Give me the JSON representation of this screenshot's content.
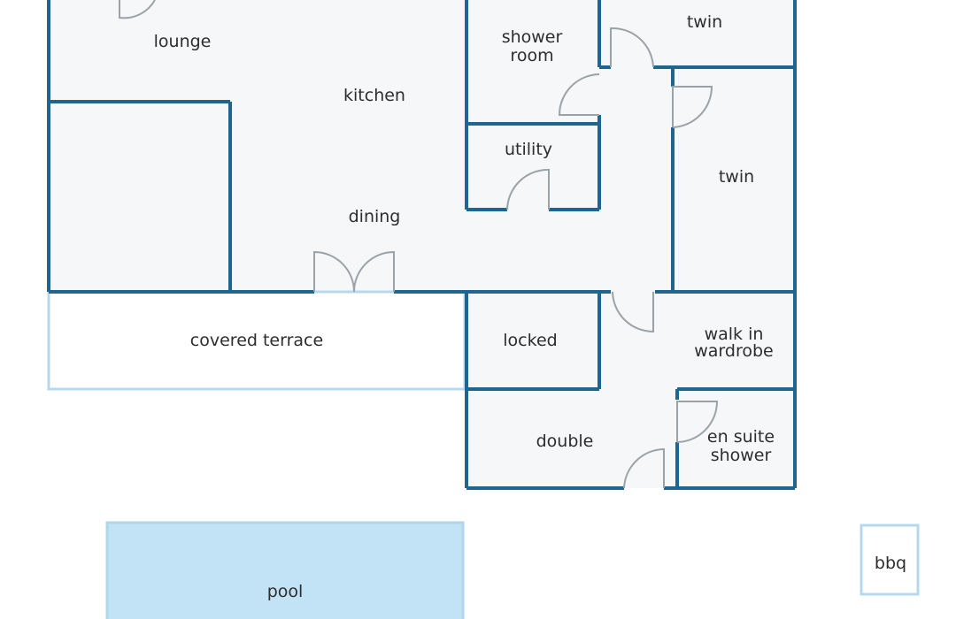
{
  "rooms": {
    "lounge": "lounge",
    "kitchen": "kitchen",
    "dining": "dining",
    "shower_room_line1": "shower",
    "shower_room_line2": "room",
    "twin_top": "twin",
    "twin_right": "twin",
    "utility": "utility",
    "covered_terrace": "covered terrace",
    "locked": "locked",
    "walk_in_wardrobe_line1": "walk in",
    "walk_in_wardrobe_line2": "wardrobe",
    "double": "double",
    "en_suite_line1": "en suite",
    "en_suite_line2": "shower",
    "pool": "pool",
    "bbq": "bbq"
  },
  "colors": {
    "wall": "#1e6690",
    "floor": "#f6f7f8",
    "pool": "#c2e3f6",
    "terrace_outline": "#b6d8ee",
    "door": "#9aa3a8"
  }
}
